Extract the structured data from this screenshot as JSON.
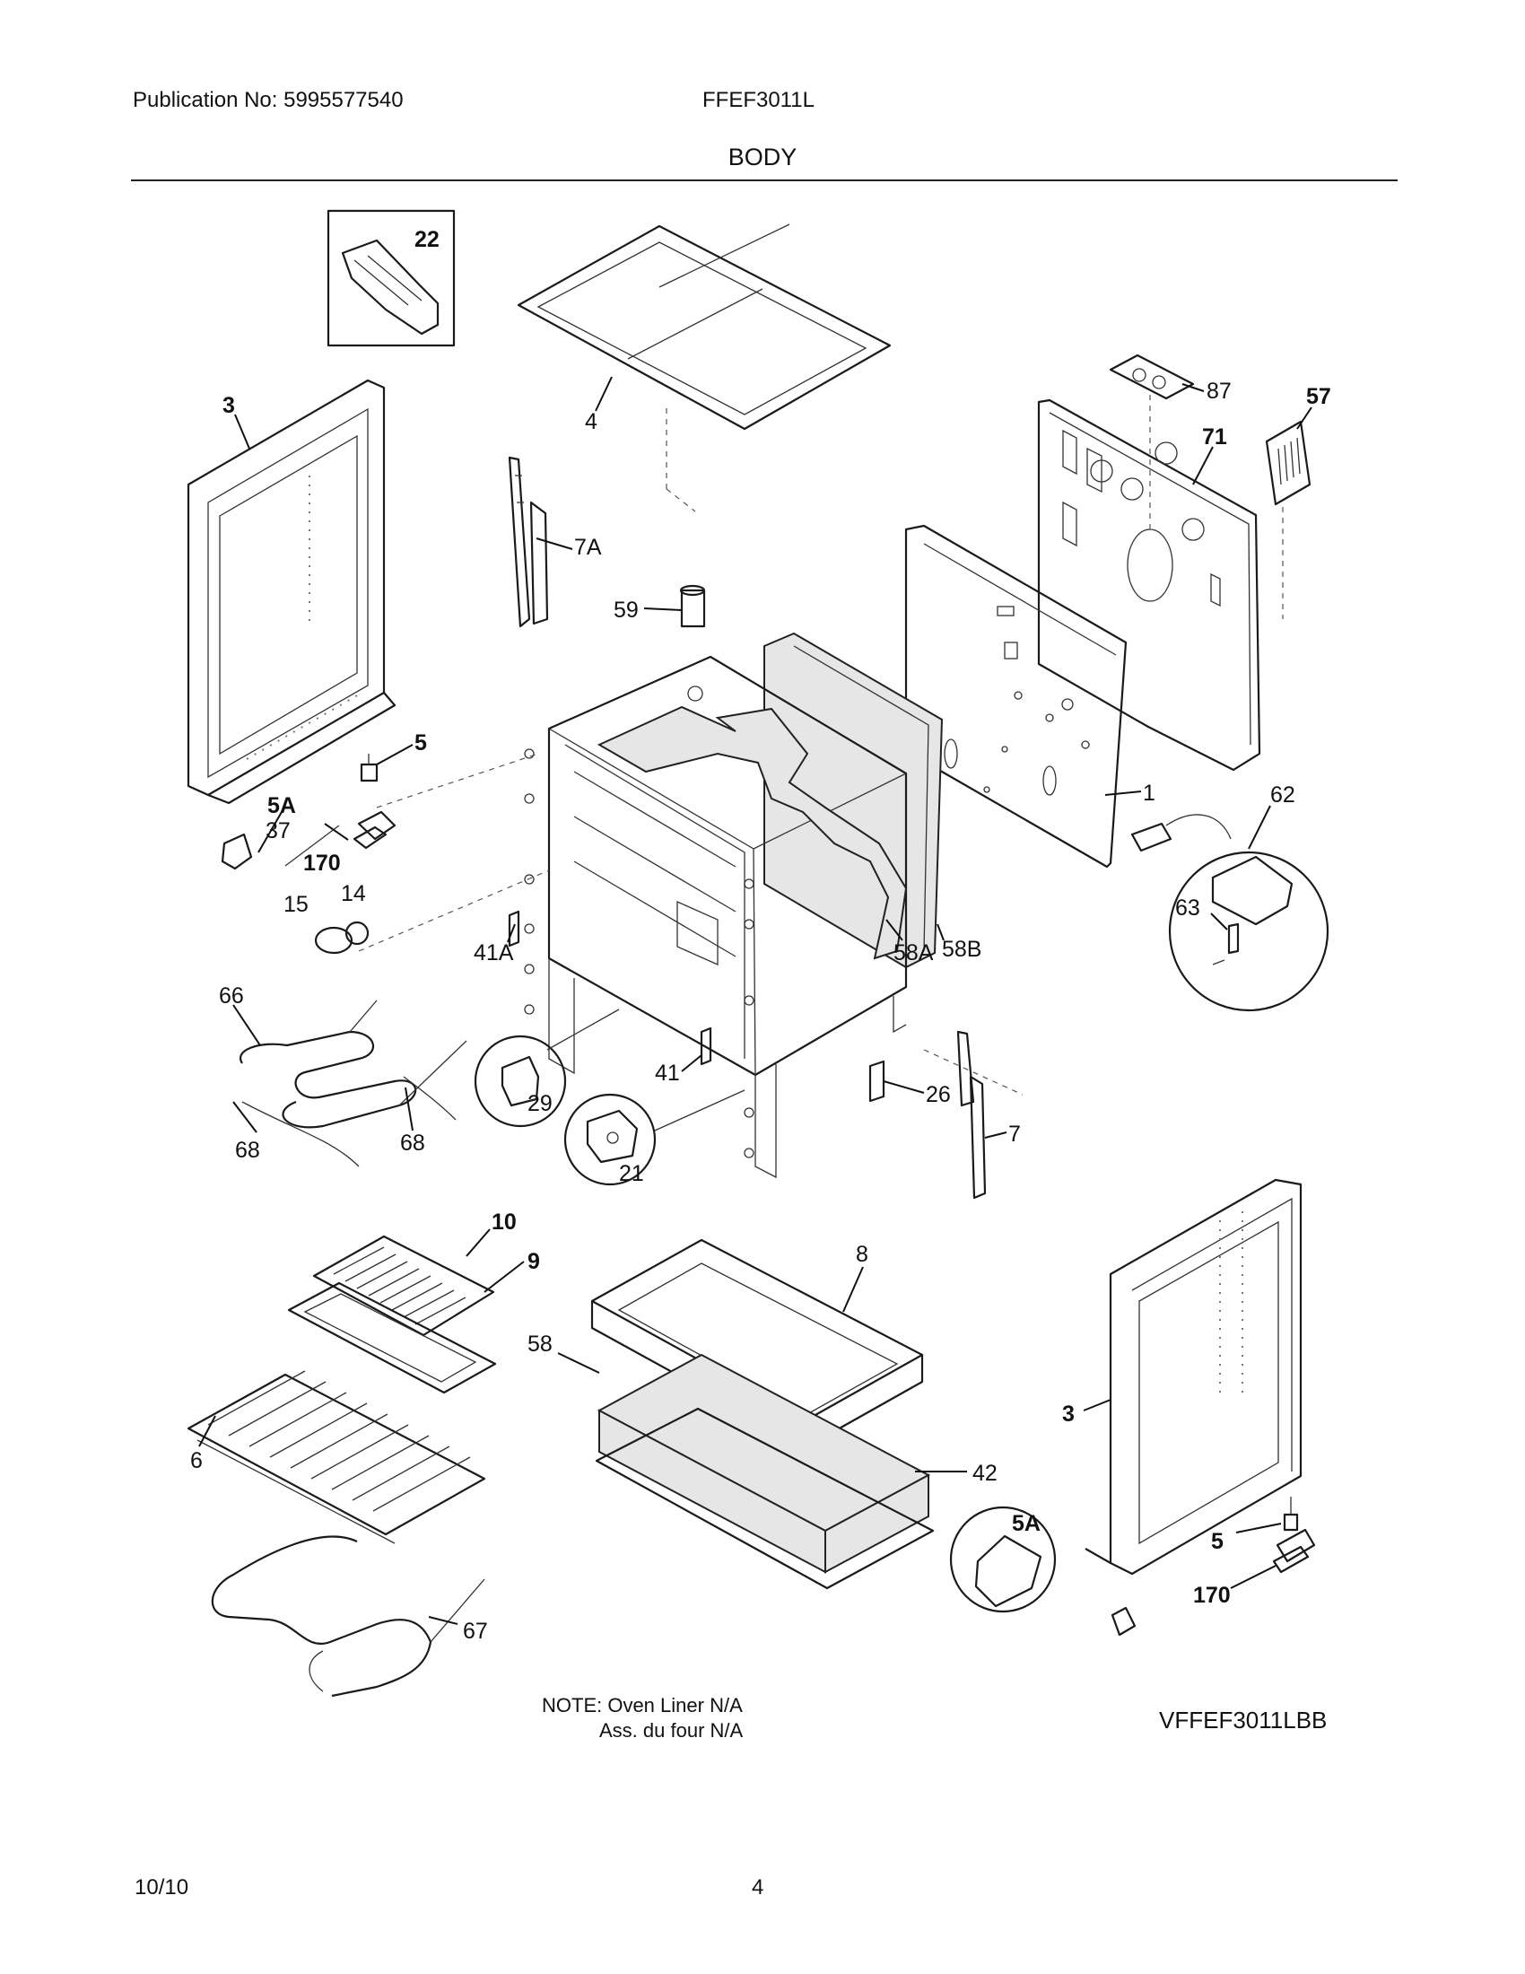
{
  "header": {
    "publication": "Publication No: 5995577540",
    "model": "FFEF3011L",
    "section_title": "BODY"
  },
  "callouts": {
    "c22": "22",
    "c3_left": "3",
    "c4": "4",
    "c87": "87",
    "c57": "57",
    "c71": "71",
    "c7A": "7A",
    "c59": "59",
    "c5_left": "5",
    "c5A_left": "5A",
    "c37": "37",
    "c170_left": "170",
    "c14": "14",
    "c15": "15",
    "c1": "1",
    "c62": "62",
    "c63": "63",
    "c41A": "41A",
    "c58A": "58A",
    "c58B": "58B",
    "c66": "66",
    "c29": "29",
    "c41": "41",
    "c26": "26",
    "c7": "7",
    "c21": "21",
    "c68_left": "68",
    "c68_right": "68",
    "c10": "10",
    "c9": "9",
    "c8": "8",
    "c58": "58",
    "c6": "6",
    "c3_right": "3",
    "c42": "42",
    "c5A_right": "5A",
    "c5_right": "5",
    "c170_right": "170",
    "c67": "67"
  },
  "notes": {
    "line1": "NOTE: Oven Liner N/A",
    "line2": "Ass. du four N/A"
  },
  "diagram_code": "VFFEF3011LBB",
  "footer": {
    "date": "10/10",
    "page_number": "4"
  }
}
